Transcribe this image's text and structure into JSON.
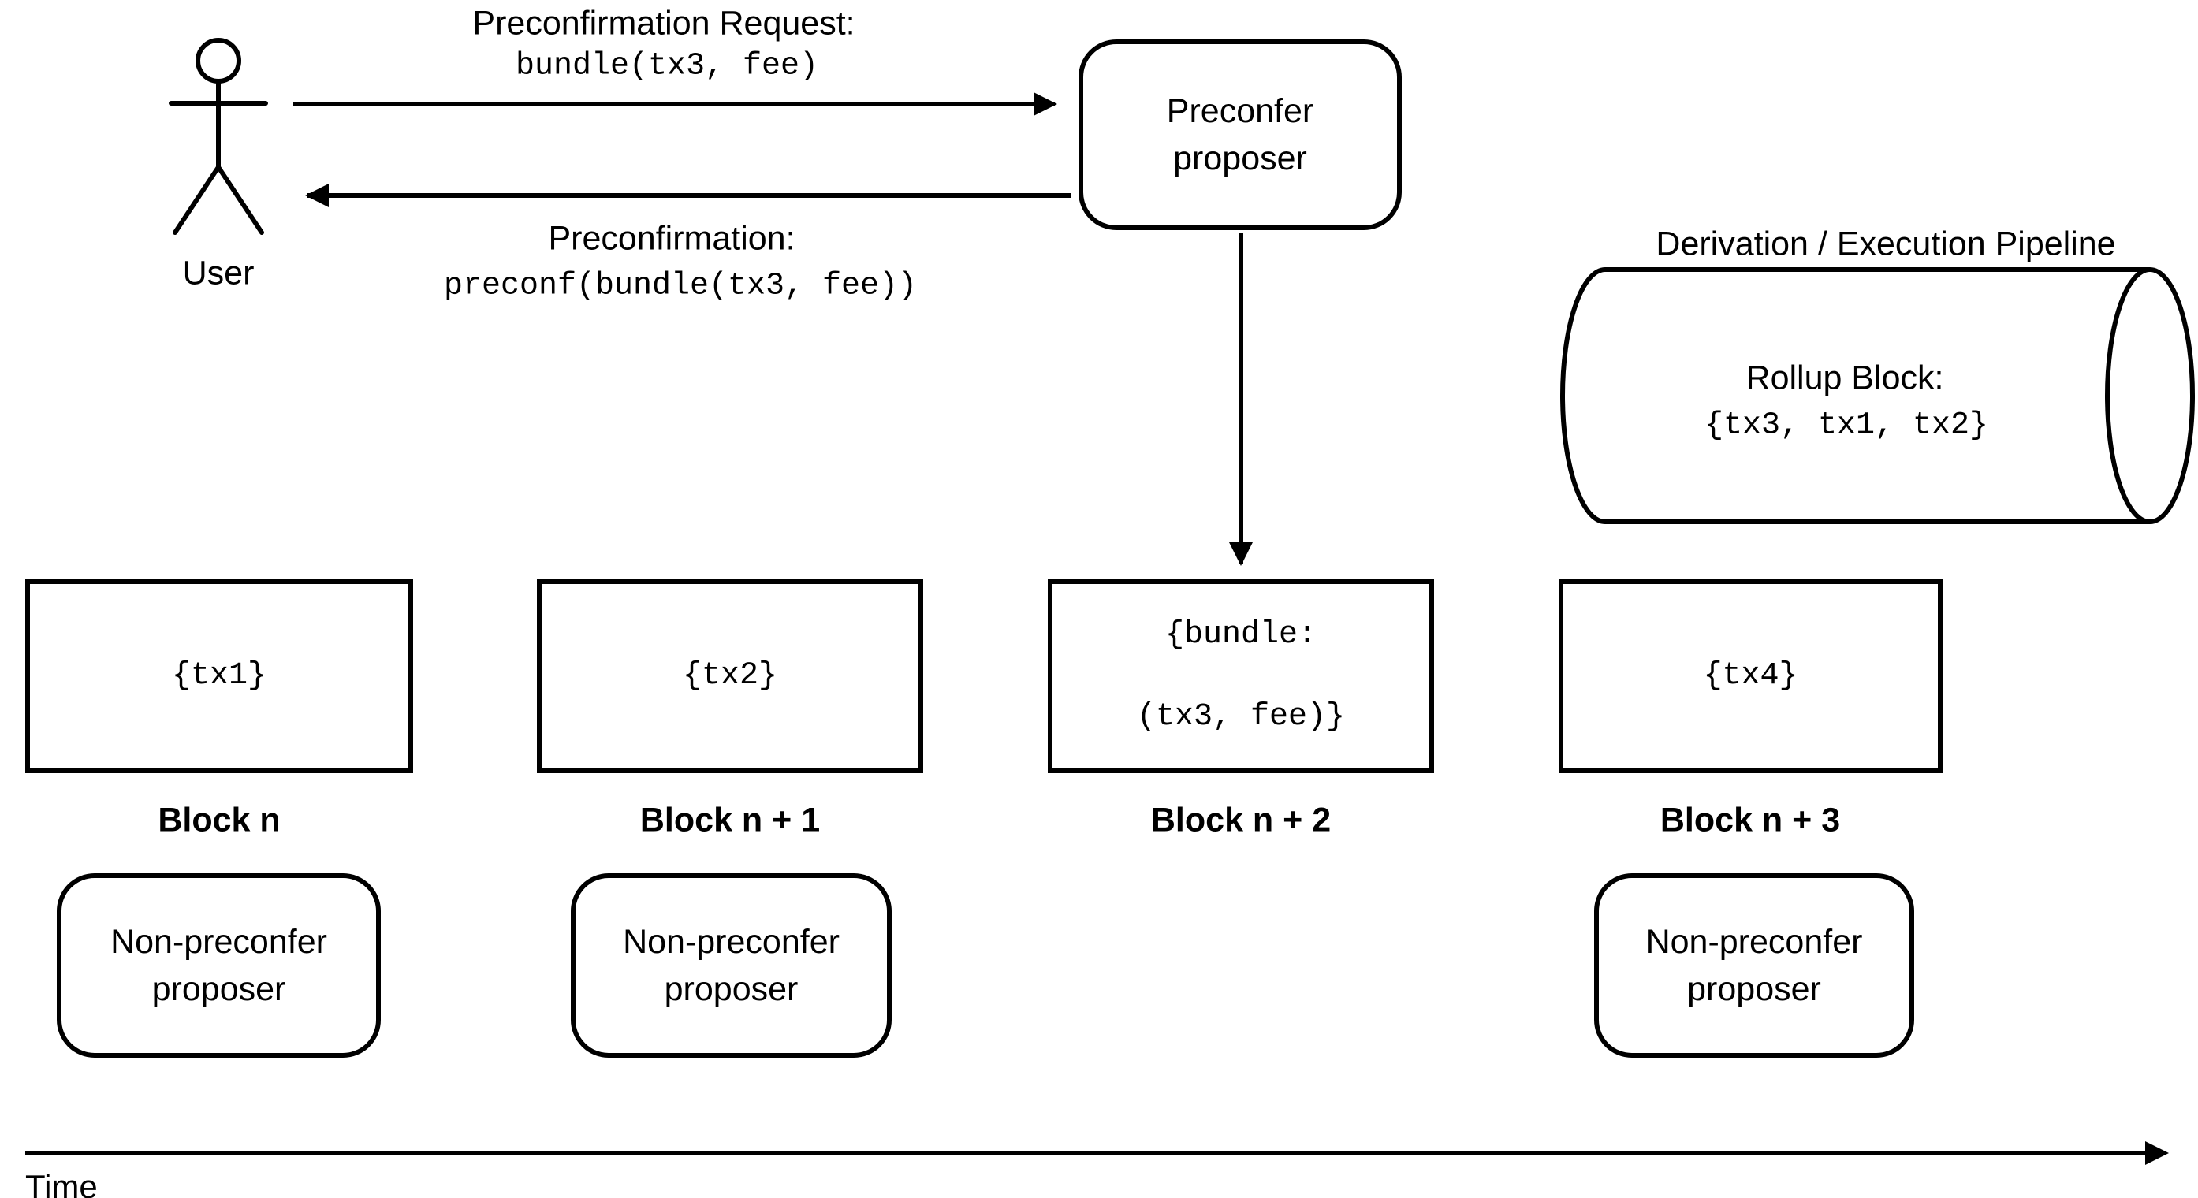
{
  "colors": {
    "ink": "#000000",
    "background": "#ffffff"
  },
  "user": {
    "label": "User"
  },
  "preconfer_box": {
    "line1": "Preconfer",
    "line2": "proposer"
  },
  "request": {
    "title": "Preconfirmation Request:",
    "code": "bundle(tx3, fee)"
  },
  "response": {
    "title": "Preconfirmation:",
    "code": "preconf(bundle(tx3, fee))"
  },
  "pipeline": {
    "title": "Derivation / Execution Pipeline",
    "rollup_title": "Rollup Block:",
    "rollup_code": "{tx3, tx1, tx2}"
  },
  "blocks": [
    {
      "label": "Block n",
      "lines": [
        "{tx1}"
      ]
    },
    {
      "label": "Block n + 1",
      "lines": [
        "{tx2}"
      ]
    },
    {
      "label": "Block n + 2",
      "lines": [
        "{bundle:",
        "(tx3, fee)}"
      ]
    },
    {
      "label": "Block n + 3",
      "lines": [
        "{tx4}"
      ]
    }
  ],
  "proposer_box": {
    "line1": "Non-preconfer",
    "line2": "proposer"
  },
  "timeline": {
    "label": "Time"
  }
}
